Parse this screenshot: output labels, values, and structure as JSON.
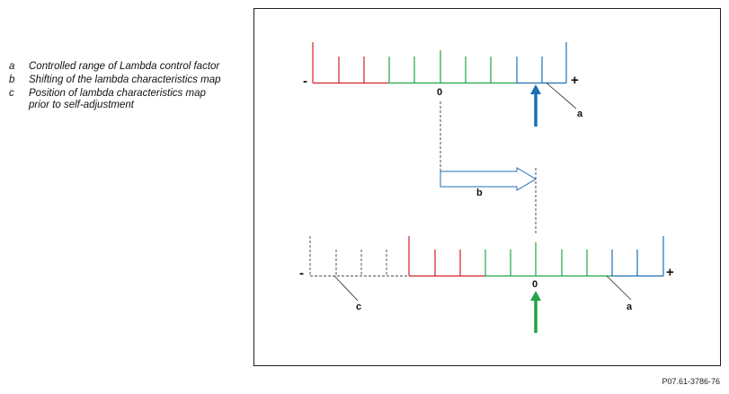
{
  "legend": [
    {
      "key": "a",
      "text": "Controlled range of Lambda control factor"
    },
    {
      "key": "b",
      "text": "Shifting of the lambda characteristics map"
    },
    {
      "key": "c",
      "text": "Position of lambda characteristics map prior to self-adjustment"
    }
  ],
  "diagram": {
    "minus_sign": "-",
    "plus_sign": "+",
    "zero_label": "0",
    "label_a": "a",
    "label_b": "b",
    "label_c": "c",
    "colors": {
      "red": "#d21f2b",
      "green": "#22a447",
      "blue": "#1c6fb5",
      "gray": "#555555",
      "arrow_blue": "#1c6fb5",
      "arrow_green": "#22a447"
    }
  },
  "reference_code": "P07.61-3786-76"
}
